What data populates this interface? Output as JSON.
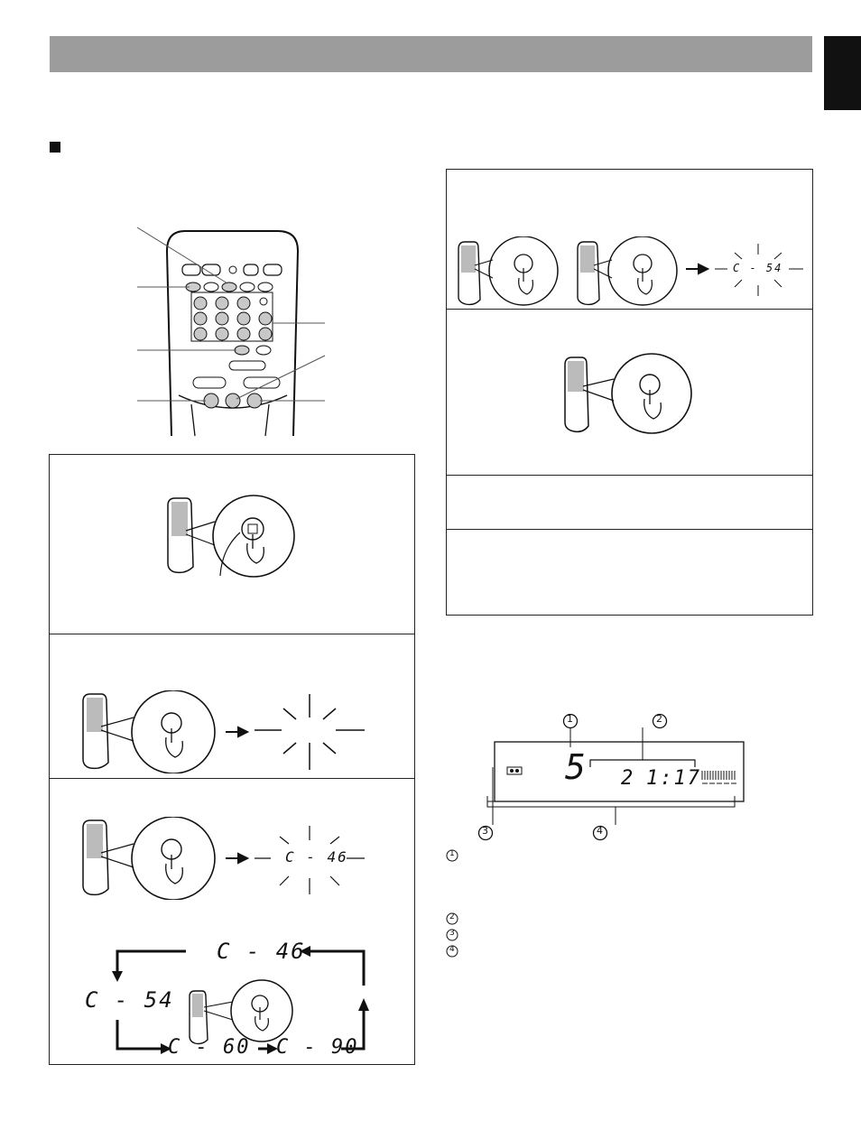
{
  "figures": {
    "remote_control": {
      "name": "remote-control",
      "icon": "remote-control-icon"
    },
    "hand_press": {
      "icon": "hand-press-icon"
    },
    "arrow": {
      "icon": "right-arrow-icon"
    },
    "blink": {
      "icon": "blink-rays-icon"
    }
  },
  "tape_lengths": {
    "step3_display": "C - 46",
    "cycle": [
      "C - 46",
      "C - 54",
      "C - 60",
      "C - 90"
    ],
    "right_step1_display": "C - 54"
  },
  "display_panel": {
    "track_digit": "5",
    "remaining_time": "21:17",
    "time_tens": "2",
    "time_units": "1:17",
    "tape_icon": "cassette-icon"
  },
  "callouts": {
    "n1": "1",
    "n2": "2",
    "n3": "3",
    "n4": "4"
  },
  "legend": {
    "items": [
      "1",
      "2",
      "3",
      "4"
    ]
  },
  "colors": {
    "title_bar": "#9c9c9c",
    "ink": "#111111"
  }
}
